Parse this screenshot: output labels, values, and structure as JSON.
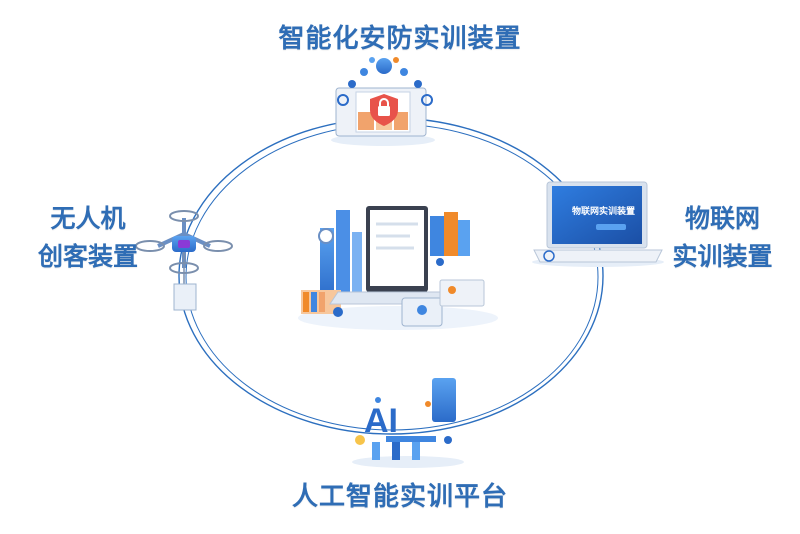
{
  "nodes": {
    "top": "智能化安防实训装置",
    "left_line1": "无人机",
    "left_line2": "创客装置",
    "right_line1": "物联网",
    "right_line2": "实训装置",
    "bottom": "人工智能实训平台"
  },
  "screen": {
    "iot_title": "物联网实训装置",
    "ai_text": "AI"
  },
  "colors": {
    "label": "#2f6db5",
    "ring": "#2c6fbf",
    "accent_orange": "#f08a2a",
    "accent_blue": "#3f86e0"
  }
}
